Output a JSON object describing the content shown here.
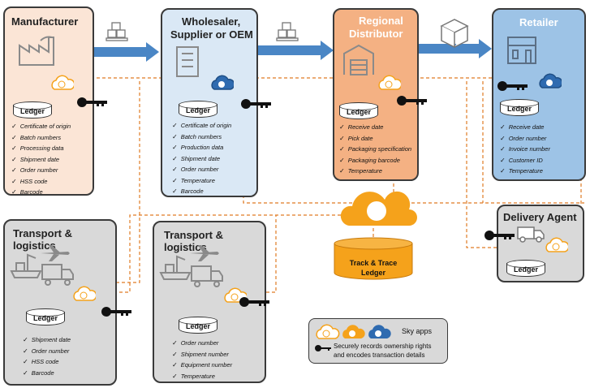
{
  "nodes": {
    "manufacturer": {
      "title": "Manufacturer",
      "ledger": "Ledger",
      "items": [
        "Certificate of origin",
        "Batch numbers",
        "Processing data",
        "Shipment date",
        "Order number",
        "HSS code",
        "Barcode"
      ]
    },
    "wholesaler": {
      "title_line1": "Wholesaler,",
      "title_line2": "Supplier or OEM",
      "ledger": "Ledger",
      "items": [
        "Certificate of origin",
        "Batch numbers",
        "Production data",
        "Shipment date",
        "Order number",
        "Temperature",
        "Barcode"
      ]
    },
    "distributor": {
      "title_line1": "Regional",
      "title_line2": "Distributor",
      "ledger": "Ledger",
      "items": [
        "Receive date",
        "Pick date",
        "Packaging specification",
        "Packaging barcode",
        "Temperature"
      ]
    },
    "retailer": {
      "title": "Retailer",
      "ledger": "Ledger",
      "items": [
        "Receive date",
        "Order number",
        "Invoice number",
        "Customer ID",
        "Temperature"
      ]
    },
    "transport1": {
      "title": "Transport & logistics",
      "ledger": "Ledger",
      "items": [
        "Shipment date",
        "Order number",
        "HSS code",
        "Barcode"
      ]
    },
    "transport2": {
      "title": "Transport & logistics",
      "ledger": "Ledger",
      "items": [
        "Order number",
        "Shipment number",
        "Equipment number",
        "Temperature"
      ]
    },
    "delivery": {
      "title": "Delivery Agent",
      "ledger": "Ledger"
    }
  },
  "central": {
    "line1": "Track & Trace",
    "line2": "Ledger"
  },
  "legend": {
    "apps_label": "Sky apps",
    "key_line1": "Securely records ownership rights",
    "key_line2": "and encodes transaction details"
  },
  "colors": {
    "manufacturer": "#fbe5d6",
    "wholesaler": "#dae8f5",
    "distributor": "#f4b183",
    "retailer": "#9dc3e6",
    "transport": "#d9d9d9",
    "arrow": "#4a86c5",
    "dashed": "#e07b24",
    "ledger_gold": "#f5a21b"
  },
  "icons": [
    "factory-icon",
    "pallet-boxes-icon",
    "office-building-icon",
    "warehouse-icon",
    "package-icon",
    "storefront-icon",
    "ship-crane-icon",
    "airplane-icon",
    "truck-icon",
    "cloud-app-icon",
    "key-icon"
  ]
}
